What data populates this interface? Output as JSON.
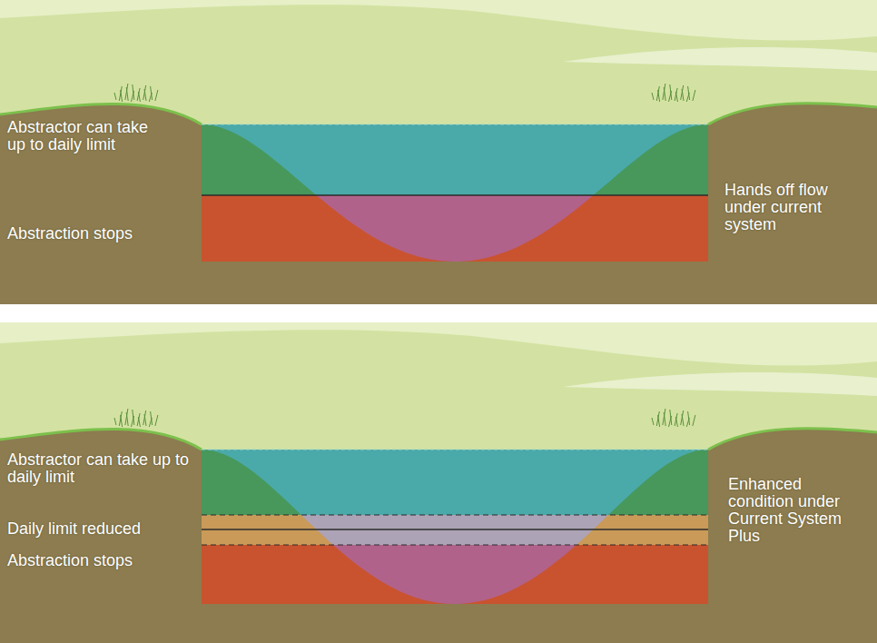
{
  "diagram": {
    "labels": [
      "Abstractor can take up to daily limit",
      "Abstraction stops",
      "Hands off flow under current system",
      "Abstractor can take up to daily limit",
      "Daily limit reduced",
      "Abstraction stops",
      "Enhanced condition under Current System Plus"
    ]
  }
}
